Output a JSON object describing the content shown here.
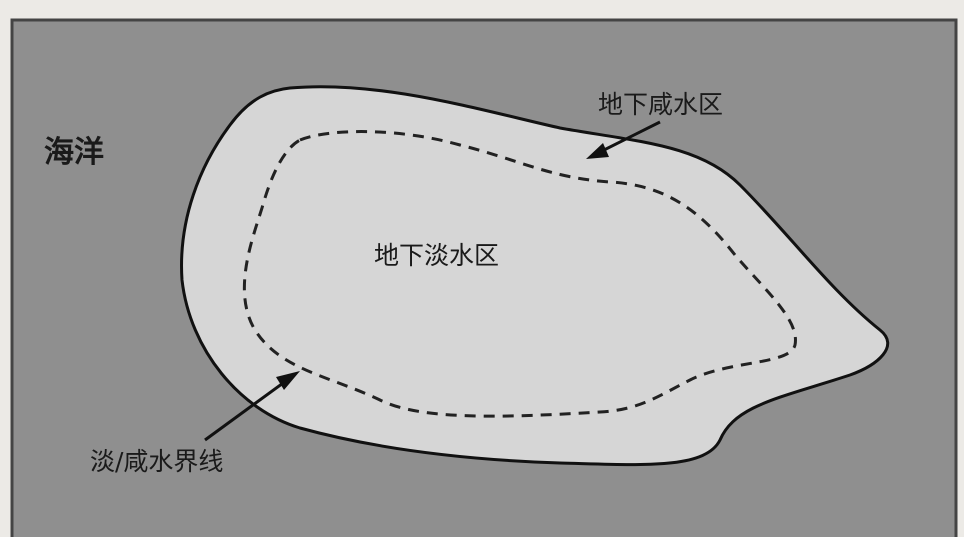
{
  "labels": {
    "ocean": "海洋",
    "saline_zone": "地下咸水区",
    "fresh_zone": "地下淡水区",
    "interface": "淡/咸水界线"
  },
  "colors": {
    "page_background": "#eceae6",
    "ocean": "#8f8f8f",
    "island": "#d6d6d6",
    "outline": "#111111",
    "frame": "#444444"
  }
}
